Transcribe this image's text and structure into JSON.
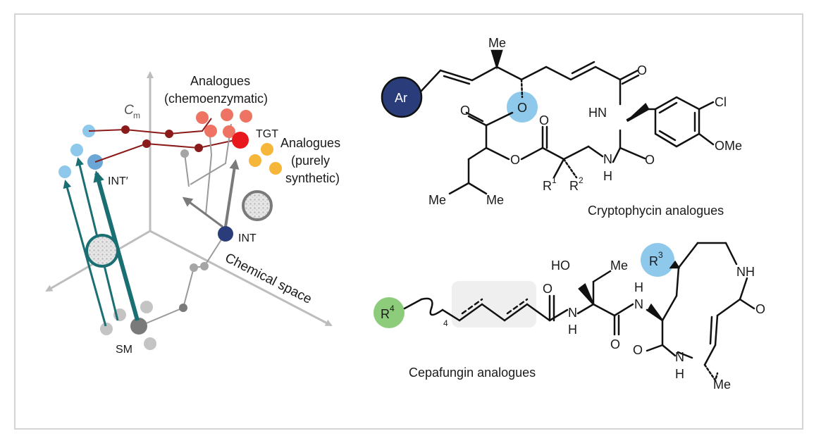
{
  "left_panel": {
    "axis_cm_label": "C",
    "axis_cm_sub": "m",
    "axis_chemical_space": "Chemical space",
    "analogues_chemo_line1": "Analogues",
    "analogues_chemo_line2": "(chemoenzymatic)",
    "analogues_synth_line1": "Analogues",
    "analogues_synth_line2": "(purely",
    "analogues_synth_line3": "synthetic)",
    "tgt_label": "TGT",
    "int_label": "INT",
    "int_prime_label": "INT′",
    "sm_label": "SM",
    "colors": {
      "teal": "#1a6f73",
      "navy": "#2a3d7a",
      "light_blue": "#8ec8ea",
      "mid_blue": "#6aa6d6",
      "dark_red": "#8b1a1a",
      "red": "#e8171b",
      "salmon": "#ee7363",
      "orange": "#f5b63a",
      "grey_node": "#bdbdbd",
      "dark_grey_node": "#7a7a7a"
    }
  },
  "cryptophycin": {
    "caption": "Cryptophycin analogues",
    "ar": "Ar",
    "me_top": "Me",
    "o_ring": "O",
    "o_carbonyl_right": "O",
    "o_ester1": "O",
    "o_ester2": "O",
    "o_ester3": "O",
    "o_amide": "O",
    "hn": "HN",
    "nh": "N",
    "h": "H",
    "cl": "Cl",
    "ome": "OMe",
    "r1": "R",
    "r1_sup": "1",
    "r2": "R",
    "r2_sup": "2",
    "me_left": "Me",
    "me_right": "Me"
  },
  "cepafungin": {
    "caption": "Cepafungin analogues",
    "r4": "R",
    "r4_sup": "4",
    "sub4": "4",
    "ho": "HO",
    "me1": "Me",
    "r3": "R",
    "r3_sup": "3",
    "nh_ring": "NH",
    "o_amide_a": "O",
    "o_amide_b": "O",
    "o_ring1": "O",
    "o_ring2": "O",
    "n1": "N",
    "h1": "H",
    "n2": "N",
    "h2": "H",
    "n3": "N",
    "h3": "H",
    "me2": "Me"
  }
}
